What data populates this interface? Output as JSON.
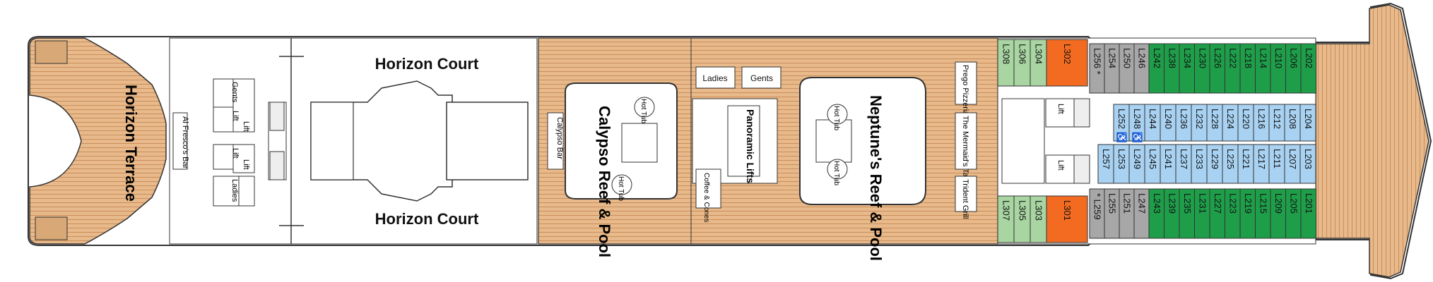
{
  "deck": {
    "areas": {
      "horizon_terrace": "Horizon Terrace",
      "horizon_court_top": "Horizon Court",
      "horizon_court_bottom": "Horizon Court",
      "alfresco_bar": "Al Fresco's Bar",
      "calypso_pool": "Calypso Reef & Pool",
      "calypso_bar": "Calypso Bar",
      "neptunes_pool": "Neptune's Reef & Pool",
      "prego_pizzeria": "Prego Pizzeria",
      "mermaids_tail_bar": "The Mermaid's Tail Bar",
      "trident_grill": "Trident Grill",
      "coffee_cones": "Coffee & Cones",
      "panoramic_lifts": "Panoramic Lifts",
      "ladies": "Ladies",
      "gents": "Gents",
      "hot_tub": "Hot Tub",
      "lift": "Lift",
      "gents_aft": "Gents",
      "ladies_aft": "Ladies"
    },
    "cabins": {
      "suites": [
        "L302",
        "L301"
      ],
      "minisuites_top": [
        "L308",
        "L306",
        "L304"
      ],
      "minisuites_bottom": [
        "L307",
        "L305",
        "L303"
      ],
      "gray_top": [
        "L256 *",
        "L254",
        "L250",
        "L246"
      ],
      "gray_bottom": [
        "* L259",
        "L255",
        "L251",
        "L247"
      ],
      "green_top": [
        "L242",
        "L238",
        "L234",
        "L230",
        "L226",
        "L222",
        "L218",
        "L214",
        "L210",
        "L206",
        "L202"
      ],
      "green_bottom": [
        "L243",
        "L239",
        "L235",
        "L231",
        "L227",
        "L223",
        "L219",
        "L215",
        "L209",
        "L205",
        "L201"
      ],
      "inside_row1": [
        "L252 ♿",
        "L248 ♿",
        "L244",
        "L240",
        "L236",
        "L232",
        "L228",
        "L224",
        "L220",
        "L216",
        "L212",
        "L208",
        "L204"
      ],
      "inside_row2": [
        "L257",
        "L253",
        "L249",
        "L245",
        "L241",
        "L237",
        "L233",
        "L229",
        "L225",
        "L221",
        "L217",
        "L211",
        "L207",
        "L203"
      ]
    },
    "colors": {
      "wood": "#e8b98a",
      "suite": "#f26b21",
      "minisuite": "#a8d5a2",
      "balcony": "#1f9e4a",
      "inside": "#a9d2f2",
      "obstructed": "#a7a7a7"
    }
  }
}
